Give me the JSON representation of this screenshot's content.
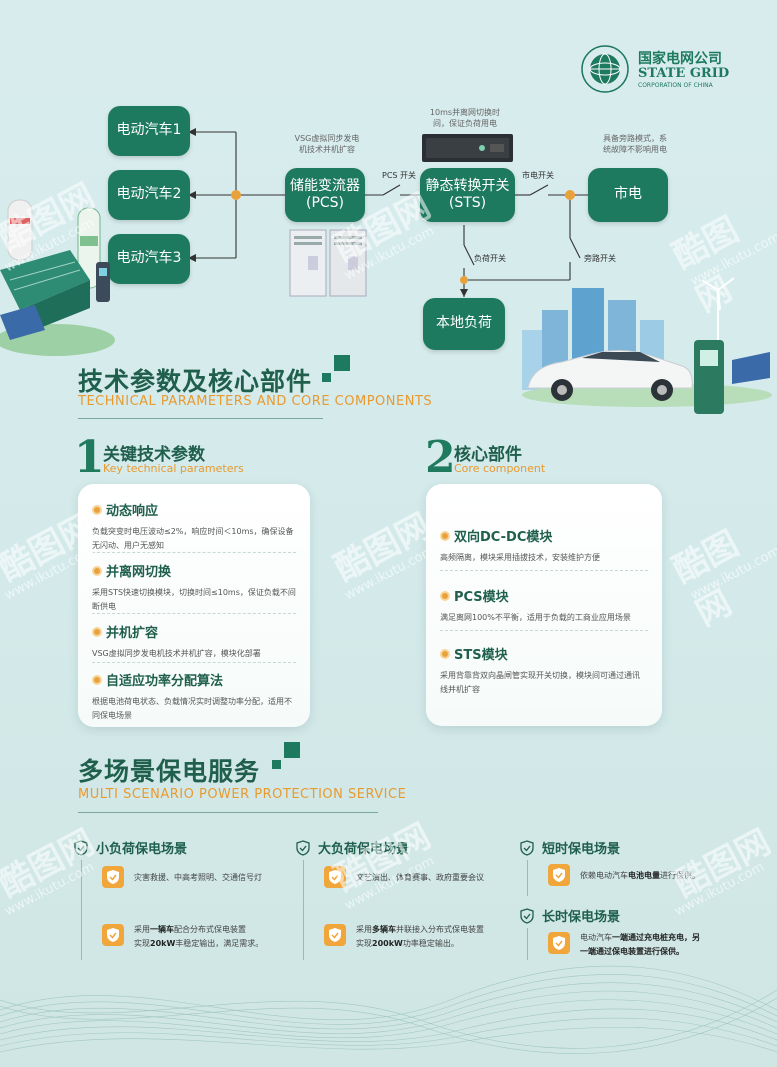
{
  "brand": {
    "cn": "国家电网公司",
    "en": "STATE GRID",
    "en_sub": "CORPORATION OF CHINA",
    "colors": {
      "primary": "#1e7a5e",
      "accent": "#e89a2f"
    }
  },
  "diagram": {
    "ev1": "电动汽车1",
    "ev2": "电动汽车2",
    "ev3": "电动汽车3",
    "pcs": "储能变流器\n(PCS)",
    "sts": "静态转换开关\n(STS)",
    "grid": "市电",
    "load": "本地负荷",
    "note_vsg": "VSG虚拟同步发电\n机技术并机扩容",
    "note_10ms": "10ms并离网切换时\n间，保证负荷用电",
    "note_bypass": "具备旁路模式，系\n统故障不影响用电",
    "sw_pcs": "PCS 开关",
    "sw_grid": "市电开关",
    "sw_load": "负荷开关",
    "sw_bypass": "旁路开关"
  },
  "tech": {
    "title": "技术参数及核心部件",
    "subtitle": "TECHNICAL PARAMETERS AND CORE COMPONENTS",
    "left": {
      "num": "1",
      "title": "关键技术参数",
      "en": "Key technical parameters",
      "items": [
        {
          "title": "动态响应",
          "desc": "负载突变时电压波动≤2%，响应时间＜10ms，确保设备\n无闪动、用户无感知"
        },
        {
          "title": "并离网切换",
          "desc": "采用STS快速切换模块，切换时间≤10ms，保证负载不间\n断供电"
        },
        {
          "title": "并机扩容",
          "desc": "VSG虚拟同步发电机技术并机扩容，模块化部署"
        },
        {
          "title": "自适应功率分配算法",
          "desc": "根据电池荷电状态、负载情况实时调整功率分配，适用不\n同保电场景"
        }
      ]
    },
    "right": {
      "num": "2",
      "title": "核心部件",
      "en": "Core component",
      "items": [
        {
          "title": "双向DC-DC模块",
          "desc": "高频隔离，模块采用插拔技术，安装维护方便"
        },
        {
          "title": "PCS模块",
          "desc": "满足离网100%不平衡，适用于负载的工商业应用场景"
        },
        {
          "title": "STS模块",
          "desc": "采用背靠背双向晶闸管实现开关切换，模块间可通过通讯\n线并机扩容"
        }
      ]
    }
  },
  "service": {
    "title": "多场景保电服务",
    "subtitle": "MULTI SCENARIO POWER PROTECTION SERVICE",
    "col1": {
      "title": "小负荷保电场景",
      "t1": "灾害救援、中高考照明、交通信号灯",
      "t2a": "采用",
      "t2b": "一辆车",
      "t2c": "配合分布式保电装置",
      "t2d": "实现",
      "t2e": "20kW",
      "t2f": "丰稳定输出，满足需求。"
    },
    "col2": {
      "title": "大负荷保电场景",
      "t1": "文艺演出、体育赛事、政府重要会议",
      "t2a": "采用",
      "t2b": "多辆车",
      "t2c": "并联接入分布式保电装置",
      "t2d": "实现",
      "t2e": "200kW",
      "t2f": "功率稳定输出。"
    },
    "col3": {
      "title": "短时保电场景",
      "t1a": "依赖电动汽车",
      "t1b": "电池电量",
      "t1c": "进行保供。",
      "title2": "长时保电场景",
      "t2a": "电动汽车",
      "t2b": "一端通过充电桩充电，另",
      "t2c": "一端通过保电装置进行保供。"
    }
  },
  "watermark": {
    "text": "酷图网",
    "url": "www.ikutu.com"
  }
}
